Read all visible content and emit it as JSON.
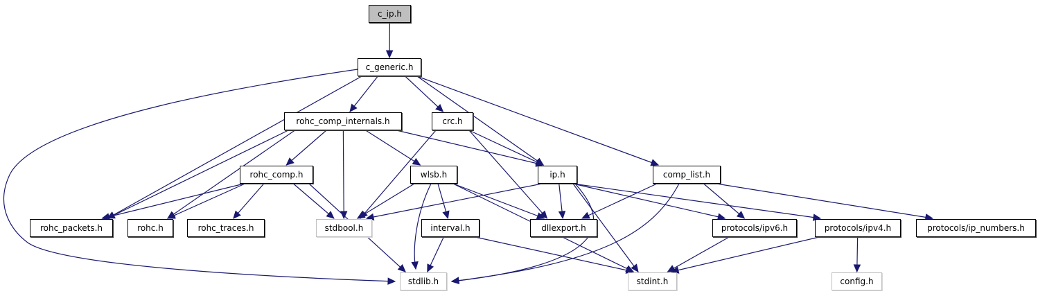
{
  "colors": {
    "edge": "#191970",
    "root_fill": "#bfbfbf",
    "external_border": "#bfbfbf"
  },
  "nodes": [
    {
      "id": "c_ip",
      "label": "c_ip.h",
      "kind": "root"
    },
    {
      "id": "c_generic",
      "label": "c_generic.h",
      "kind": "normal"
    },
    {
      "id": "rohc_comp_internals",
      "label": "rohc_comp_internals.h",
      "kind": "normal"
    },
    {
      "id": "crc",
      "label": "crc.h",
      "kind": "normal"
    },
    {
      "id": "rohc_comp",
      "label": "rohc_comp.h",
      "kind": "normal"
    },
    {
      "id": "wlsb",
      "label": "wlsb.h",
      "kind": "normal"
    },
    {
      "id": "ip",
      "label": "ip.h",
      "kind": "normal"
    },
    {
      "id": "comp_list",
      "label": "comp_list.h",
      "kind": "normal"
    },
    {
      "id": "rohc_packets",
      "label": "rohc_packets.h",
      "kind": "normal"
    },
    {
      "id": "rohc",
      "label": "rohc.h",
      "kind": "normal"
    },
    {
      "id": "rohc_traces",
      "label": "rohc_traces.h",
      "kind": "normal"
    },
    {
      "id": "stdbool",
      "label": "stdbool.h",
      "kind": "external"
    },
    {
      "id": "interval",
      "label": "interval.h",
      "kind": "normal"
    },
    {
      "id": "dllexport",
      "label": "dllexport.h",
      "kind": "normal"
    },
    {
      "id": "ipv6",
      "label": "protocols/ipv6.h",
      "kind": "normal"
    },
    {
      "id": "ipv4",
      "label": "protocols/ipv4.h",
      "kind": "normal"
    },
    {
      "id": "ip_numbers",
      "label": "protocols/ip_numbers.h",
      "kind": "normal"
    },
    {
      "id": "stdlib",
      "label": "stdlib.h",
      "kind": "external"
    },
    {
      "id": "stdint",
      "label": "stdint.h",
      "kind": "external"
    },
    {
      "id": "config",
      "label": "config.h",
      "kind": "external"
    }
  ],
  "edges": [
    [
      "c_ip",
      "c_generic"
    ],
    [
      "c_generic",
      "rohc_comp_internals"
    ],
    [
      "c_generic",
      "crc"
    ],
    [
      "c_generic",
      "ip"
    ],
    [
      "c_generic",
      "comp_list"
    ],
    [
      "c_generic",
      "rohc_packets"
    ],
    [
      "c_generic",
      "stdlib"
    ],
    [
      "rohc_comp_internals",
      "rohc_packets"
    ],
    [
      "rohc_comp_internals",
      "rohc"
    ],
    [
      "rohc_comp_internals",
      "rohc_comp"
    ],
    [
      "rohc_comp_internals",
      "stdbool"
    ],
    [
      "rohc_comp_internals",
      "wlsb"
    ],
    [
      "rohc_comp_internals",
      "ip"
    ],
    [
      "crc",
      "stdbool"
    ],
    [
      "crc",
      "ip"
    ],
    [
      "crc",
      "dllexport"
    ],
    [
      "rohc_comp",
      "rohc_packets"
    ],
    [
      "rohc_comp",
      "rohc"
    ],
    [
      "rohc_comp",
      "rohc_traces"
    ],
    [
      "rohc_comp",
      "stdbool"
    ],
    [
      "rohc_comp",
      "stdlib"
    ],
    [
      "wlsb",
      "stdbool"
    ],
    [
      "wlsb",
      "interval"
    ],
    [
      "wlsb",
      "stdlib"
    ],
    [
      "wlsb",
      "dllexport"
    ],
    [
      "wlsb",
      "stdint"
    ],
    [
      "ip",
      "stdbool"
    ],
    [
      "ip",
      "dllexport"
    ],
    [
      "ip",
      "stdlib"
    ],
    [
      "ip",
      "stdint"
    ],
    [
      "ip",
      "ipv6"
    ],
    [
      "ip",
      "ipv4"
    ],
    [
      "comp_list",
      "dllexport"
    ],
    [
      "comp_list",
      "stdlib"
    ],
    [
      "comp_list",
      "ipv6"
    ],
    [
      "comp_list",
      "ip_numbers"
    ],
    [
      "interval",
      "stdlib"
    ],
    [
      "interval",
      "stdint"
    ],
    [
      "ipv6",
      "stdint"
    ],
    [
      "ipv4",
      "stdint"
    ],
    [
      "ipv4",
      "config"
    ]
  ]
}
